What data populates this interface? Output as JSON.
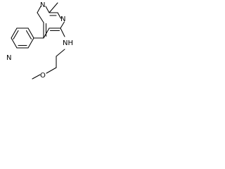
{
  "structure": {
    "atoms": {
      "pyridine_n": "N",
      "pyrimidine_n1": "N",
      "pyrimidine_n3": "N",
      "amine_nh": "NH",
      "ether_o": "O"
    }
  }
}
